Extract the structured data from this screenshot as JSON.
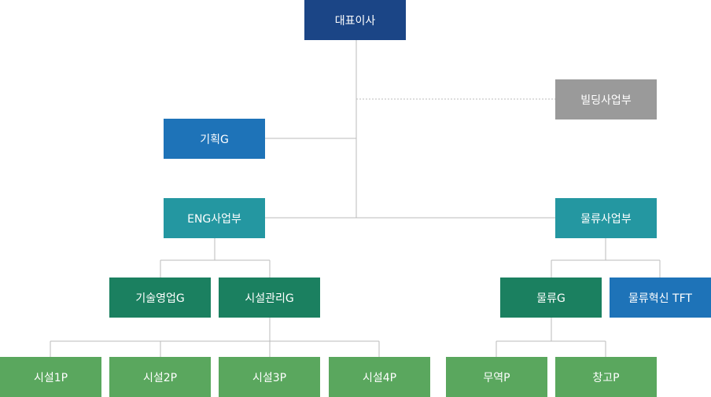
{
  "org_chart": {
    "ceo": "대표이사",
    "building_division": "빌딩사업부",
    "planning_group": "기획G",
    "eng_division": "ENG사업부",
    "logistics_division": "물류사업부",
    "eng_teams": [
      "기술영업G",
      "시설관리G"
    ],
    "logistics_teams": [
      "물류G",
      "물류혁신 TFT"
    ],
    "facility_parts": [
      "시설1P",
      "시설2P",
      "시설3P",
      "시설4P"
    ],
    "logistics_parts": [
      "무역P",
      "창고P"
    ]
  },
  "colors": {
    "ceo": "#1b4586",
    "planning": "#1e73b8",
    "building": "#9a9a9a",
    "division": "#2497a1",
    "team": "#1b8060",
    "tft": "#1e73b8",
    "part": "#5aa75e",
    "line": "#bbbbbb"
  }
}
